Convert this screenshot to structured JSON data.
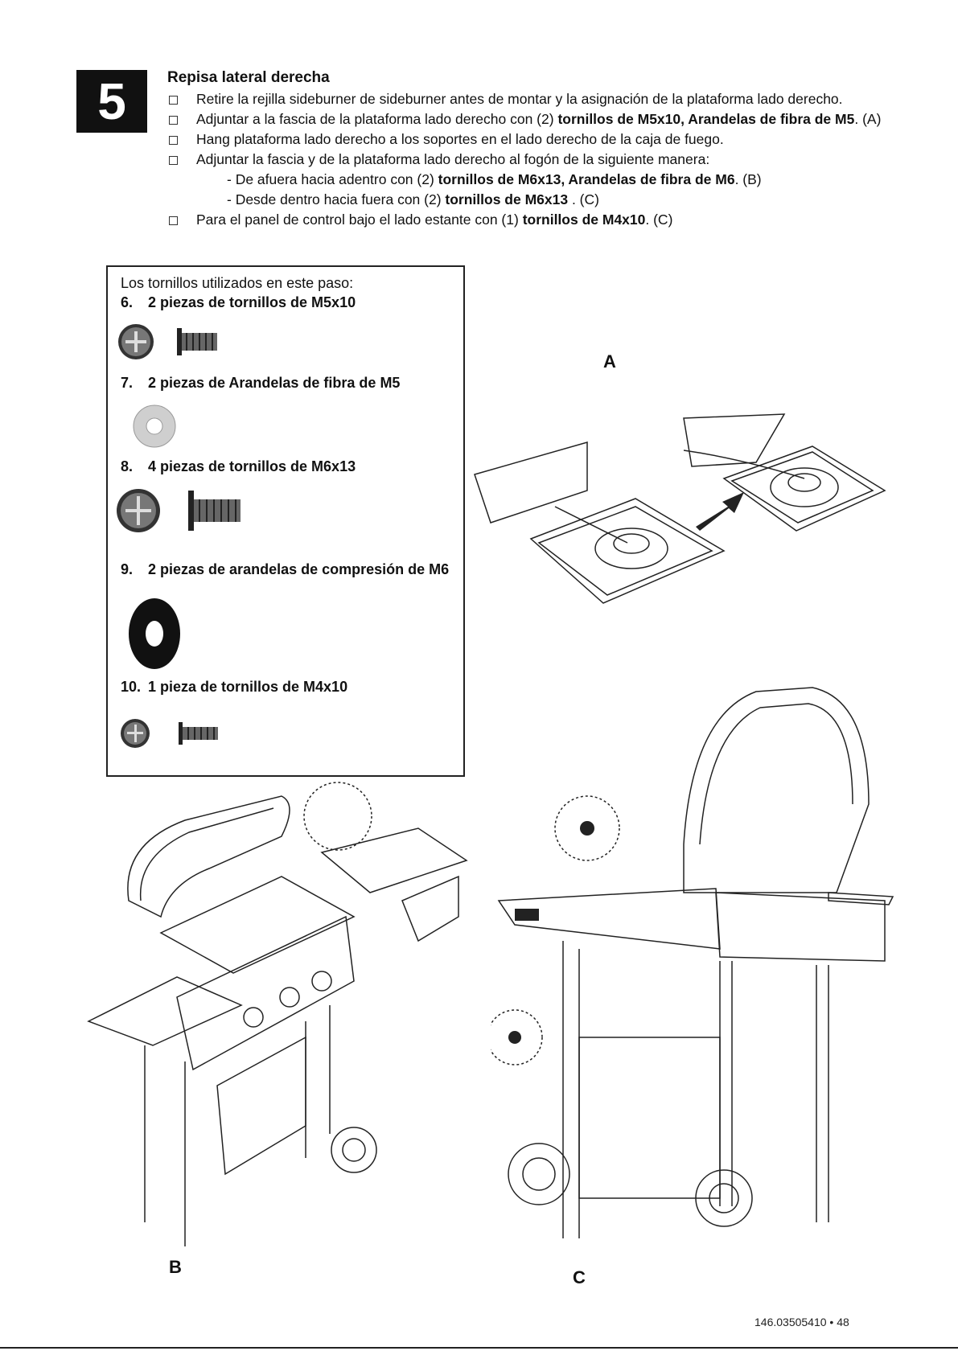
{
  "step": {
    "number": "5"
  },
  "title": "Repisa lateral derecha",
  "instructions": [
    {
      "pre": "Retire la rejilla sideburner de sideburner antes de montar y la asignación de la plataforma lado derecho.",
      "bold": "",
      "post": ""
    },
    {
      "pre": "Adjuntar a la fascia de la plataforma lado derecho con (2) ",
      "bold": "tornillos de M5x10, Arandelas de fibra de M5",
      "post": ". (A)"
    },
    {
      "pre": "Hang plataforma lado derecho a los soportes en el lado derecho de la caja de fuego.",
      "bold": "",
      "post": ""
    },
    {
      "pre": "Adjuntar la fascia y de la plataforma lado derecho al fogón de la siguiente manera:",
      "bold": "",
      "post": ""
    }
  ],
  "sub_instructions": [
    {
      "pre": "- De afuera hacia adentro con (2) ",
      "bold": "tornillos de M6x13, Arandelas de fibra de M6",
      "post": ". (B)"
    },
    {
      "pre": "- Desde dentro hacia fuera con (2) ",
      "bold": "tornillos de M6x13",
      "post": " . (C)"
    }
  ],
  "last_instruction": {
    "pre": "Para el panel de control bajo el lado estante con (1) ",
    "bold": "tornillos de M4x10",
    "post": ". (C)"
  },
  "parts_box": {
    "intro": "Los tornillos utilizados en este paso:",
    "items": [
      {
        "num": "6.",
        "label": "2 piezas de tornillos de M5x10",
        "icon": "screw-icon"
      },
      {
        "num": "7.",
        "label": "2 piezas de Arandelas de fibra de M5",
        "icon": "washer-icon"
      },
      {
        "num": "8.",
        "label": "4 piezas de tornillos de M6x13",
        "icon": "screw-icon"
      },
      {
        "num": "9.",
        "label": "2 piezas de arandelas de compresión de M6",
        "icon": "compression-washer-icon"
      },
      {
        "num": "10.",
        "label": "1 pieza de tornillos de M4x10",
        "icon": "screw-icon"
      }
    ]
  },
  "figures": {
    "a": "A",
    "b": "B",
    "c": "C"
  },
  "footer": {
    "page": "146.03505410 • 48"
  }
}
